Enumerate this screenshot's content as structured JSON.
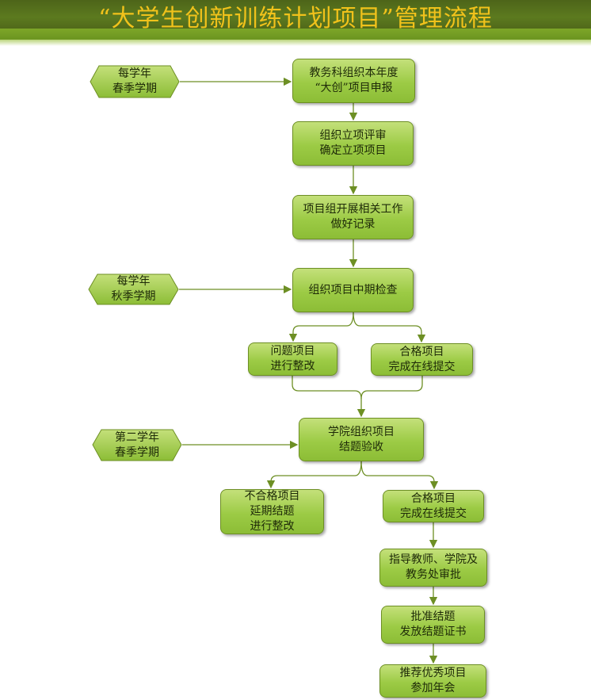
{
  "title": "“大学生创新训练计划项目”管理流程",
  "terms": [
    [
      "每学年",
      "春季学期"
    ],
    [
      "每学年",
      "秋季学期"
    ],
    [
      "第二学年",
      "春季学期"
    ]
  ],
  "steps": [
    [
      "教务科组织本年度",
      "“大创”项目申报"
    ],
    [
      "组织立项评审",
      "确定立项项目"
    ],
    [
      "项目组开展相关工作",
      "做好记录"
    ],
    [
      "组织项目中期检查"
    ],
    [
      "问题项目",
      "进行整改"
    ],
    [
      "合格项目",
      "完成在线提交"
    ],
    [
      "学院组织项目",
      "结题验收"
    ],
    [
      "不合格项目",
      "延期结题",
      "进行整改"
    ],
    [
      "合格项目",
      "完成在线提交"
    ],
    [
      "指导教师、学院及",
      "教务处审批"
    ],
    [
      "批准结题",
      "发放结题证书"
    ],
    [
      "推荐优秀项目",
      "参加年会"
    ]
  ],
  "colors": {
    "header": "#556b1e",
    "title": "#f1c21b",
    "box": "#9ccb45",
    "line": "#6d8f24"
  }
}
